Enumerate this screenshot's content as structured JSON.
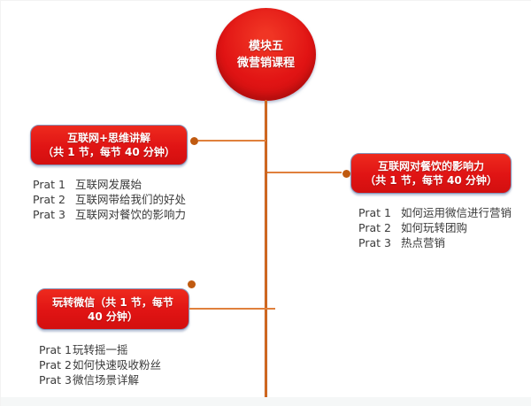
{
  "root": {
    "title_line1": "模块五",
    "title_line2": "微营销课程"
  },
  "branches": [
    {
      "name": "internet-thinking",
      "title_line1": "互联网+思维讲解",
      "title_line2": "（共 1 节，每节 40 分钟）",
      "items": [
        {
          "label": "Prat 1",
          "text": "互联网发展始"
        },
        {
          "label": "Prat 2",
          "text": "互联网带给我们的好处"
        },
        {
          "label": "Prat 3",
          "text": "互联网对餐饮的影响力"
        }
      ]
    },
    {
      "name": "internet-catering-influence",
      "title_line1": "互联网对餐饮的影响力",
      "title_line2": "（共 1 节，每节 40 分钟）",
      "items": [
        {
          "label": "Prat 1",
          "text": "如何运用微信进行营销"
        },
        {
          "label": "Prat 2",
          "text": "如何玩转团购"
        },
        {
          "label": "Prat 3",
          "text": "热点营销"
        }
      ]
    },
    {
      "name": "play-wechat",
      "title_line1": "玩转微信（共 1 节，每节",
      "title_line2": "40 分钟）",
      "items": [
        {
          "label": "Prat 1",
          "text": "玩转摇一摇"
        },
        {
          "label": "Prat 2",
          "text": "如何快速吸收粉丝"
        },
        {
          "label": "Prat 3",
          "text": "微信场景详解"
        }
      ]
    }
  ],
  "colors": {
    "node_red": "#e01414",
    "trunk_orange": "#c05a10",
    "connector_orange": "#e0803c",
    "body_text": "#3b3b3b"
  }
}
